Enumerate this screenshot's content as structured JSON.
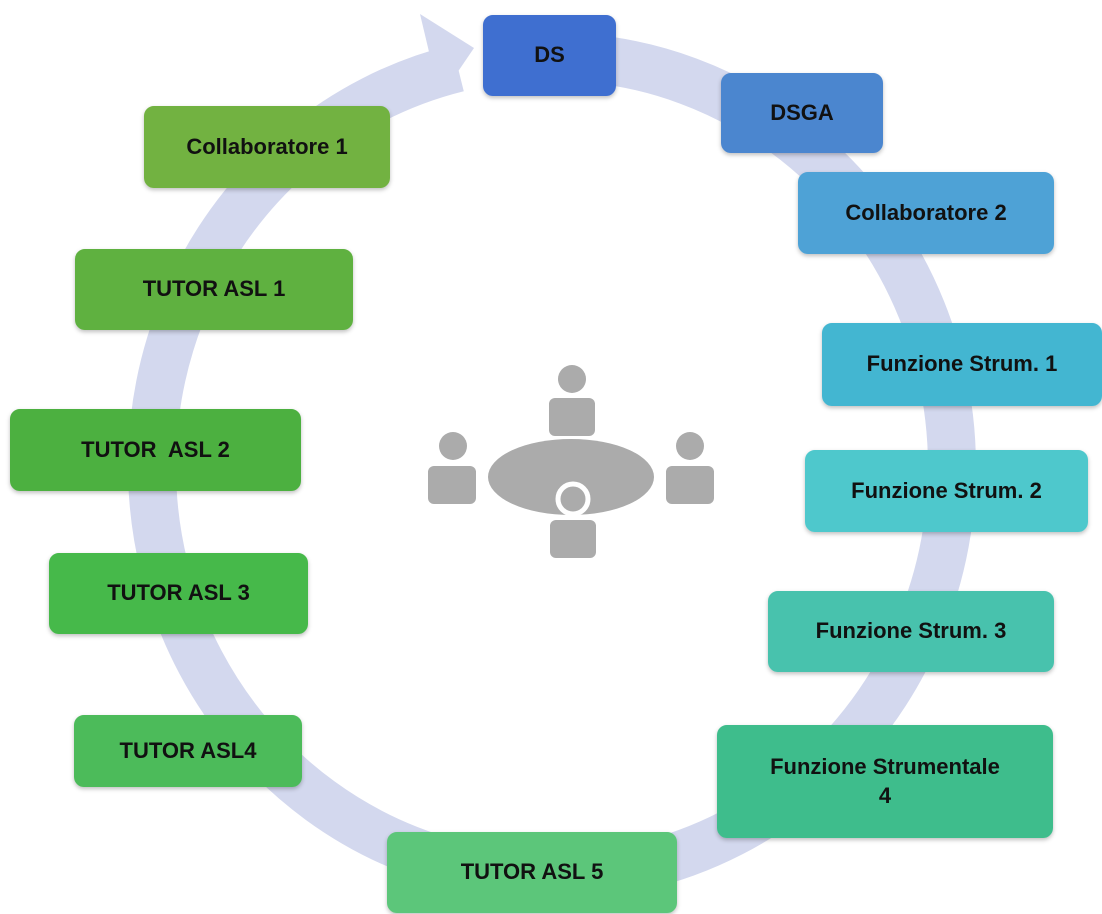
{
  "nodes": [
    {
      "id": "ds",
      "label": "DS",
      "color": "#3f6fd0"
    },
    {
      "id": "dsga",
      "label": "DSGA",
      "color": "#4b86cf"
    },
    {
      "id": "collab2",
      "label": "Collaboratore 2",
      "color": "#4ea2d6"
    },
    {
      "id": "fs1",
      "label": "Funzione Strum. 1",
      "color": "#43b6d1"
    },
    {
      "id": "fs2",
      "label": "Funzione Strum. 2",
      "color": "#4ec8cc"
    },
    {
      "id": "fs3",
      "label": "Funzione Strum. 3",
      "color": "#48c2ad"
    },
    {
      "id": "fs4",
      "label": "Funzione Strumentale\n4",
      "color": "#3ebd8c"
    },
    {
      "id": "tutor5",
      "label": "TUTOR ASL 5",
      "color": "#5cc67a"
    },
    {
      "id": "tutor4",
      "label": "TUTOR ASL4",
      "color": "#4cbb5a"
    },
    {
      "id": "tutor3",
      "label": "TUTOR ASL 3",
      "color": "#46b94a"
    },
    {
      "id": "tutor2",
      "label": "TUTOR  ASL 2",
      "color": "#4cb040"
    },
    {
      "id": "tutor1",
      "label": "TUTOR ASL 1",
      "color": "#5fb140"
    },
    {
      "id": "collab1",
      "label": "Collaboratore 1",
      "color": "#72b241"
    }
  ],
  "colors": {
    "ring": "#d3d8ee",
    "people_icon": "#ababab"
  },
  "icons": {
    "center": "meeting-table-people-icon"
  }
}
